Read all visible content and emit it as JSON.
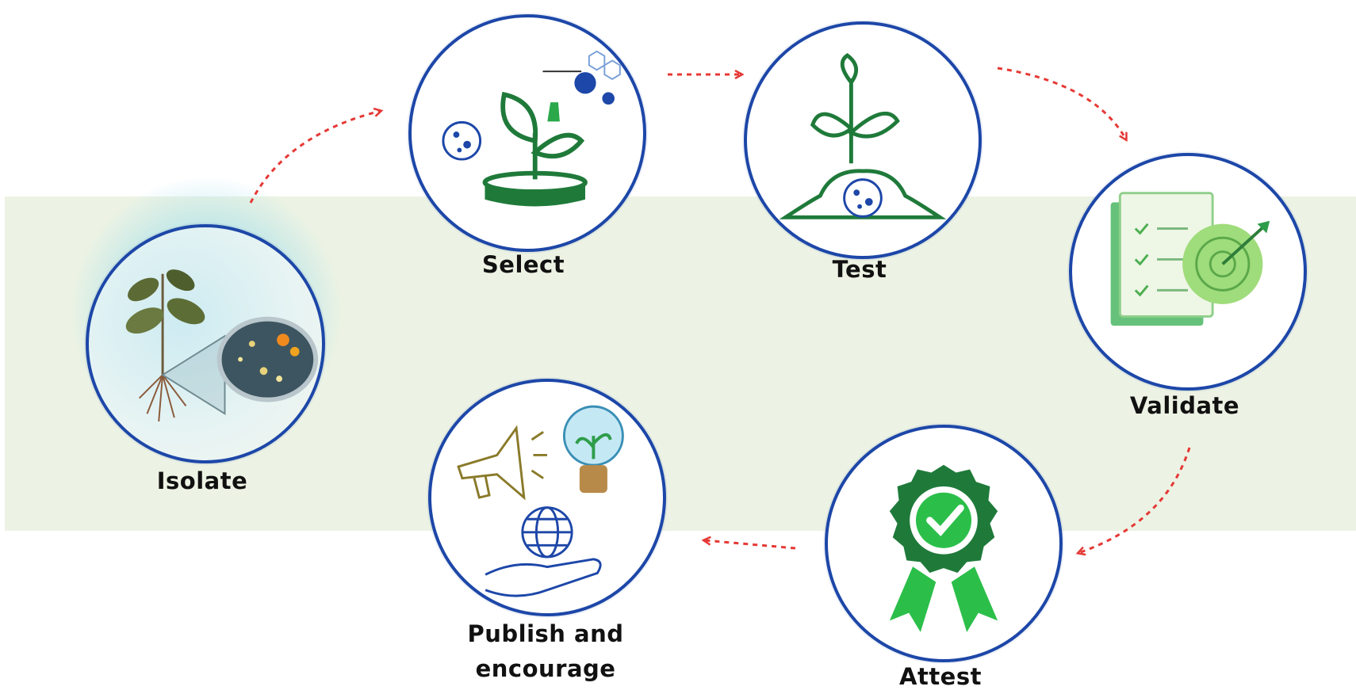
{
  "steps": [
    {
      "label": "Isolate"
    },
    {
      "label": "Select"
    },
    {
      "label": "Test"
    },
    {
      "label": "Validate"
    },
    {
      "label": "Attest"
    },
    {
      "label_line1": "Publish and",
      "label_line2": "encourage"
    }
  ],
  "colors": {
    "circle_border": "#1d47a8",
    "arrow": "#e53935",
    "band": "#edf3e4",
    "icon_green": "#1f7a3a",
    "icon_blue": "#1d47a8"
  },
  "icons": [
    "plant-petri-dish-icon",
    "plant-dish-lab-icon",
    "sprout-soil-icon",
    "checklist-target-icon",
    "award-badge-icon",
    "megaphone-bulb-globe-icon"
  ]
}
